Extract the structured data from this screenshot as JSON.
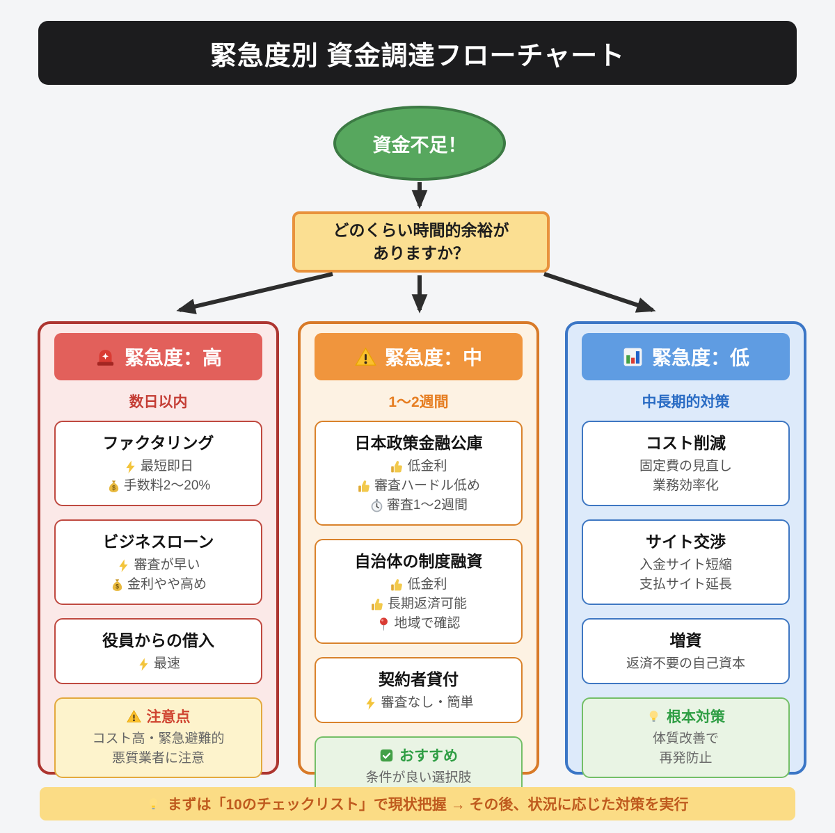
{
  "title": "緊急度別 資金調達フローチャート",
  "start_node": {
    "label": "資金不足！"
  },
  "question_node": {
    "line1": "どのくらい時間的余裕が",
    "line2": "ありますか？"
  },
  "columns": [
    {
      "level": "high",
      "header": {
        "icon": "siren",
        "label": "緊急度：高"
      },
      "subtitle": "数日以内",
      "cards": [
        {
          "title": "ファクタリング",
          "lines": [
            {
              "icon": "zap",
              "text": "最短即日"
            },
            {
              "icon": "money-bag",
              "text": "手数料2〜20%"
            }
          ]
        },
        {
          "title": "ビジネスローン",
          "lines": [
            {
              "icon": "zap",
              "text": "審査が早い"
            },
            {
              "icon": "money-bag",
              "text": "金利やや高め"
            }
          ]
        },
        {
          "title": "役員からの借入",
          "lines": [
            {
              "icon": "zap",
              "text": "最速"
            }
          ]
        }
      ],
      "note": {
        "icon": "warning",
        "title": "注意点",
        "lines": [
          "コスト高・緊急避難的",
          "悪質業者に注意"
        ]
      }
    },
    {
      "level": "medium",
      "header": {
        "icon": "warning",
        "label": "緊急度：中"
      },
      "subtitle": "1〜2週間",
      "cards": [
        {
          "title": "日本政策金融公庫",
          "lines": [
            {
              "icon": "thumbs-up",
              "text": "低金利"
            },
            {
              "icon": "thumbs-up",
              "text": "審査ハードル低め"
            },
            {
              "icon": "stopwatch",
              "text": "審査1〜2週間"
            }
          ]
        },
        {
          "title": "自治体の制度融資",
          "lines": [
            {
              "icon": "thumbs-up",
              "text": "低金利"
            },
            {
              "icon": "thumbs-up",
              "text": "長期返済可能"
            },
            {
              "icon": "pin",
              "text": "地域で確認"
            }
          ]
        },
        {
          "title": "契約者貸付",
          "lines": [
            {
              "icon": "zap",
              "text": "審査なし・簡単"
            }
          ]
        }
      ],
      "note": {
        "icon": "check",
        "title": "おすすめ",
        "lines": [
          "条件が良い選択肢"
        ]
      }
    },
    {
      "level": "low",
      "header": {
        "icon": "bar-chart",
        "label": "緊急度：低"
      },
      "subtitle": "中長期的対策",
      "cards": [
        {
          "title": "コスト削減",
          "lines": [
            {
              "text": "固定費の見直し"
            },
            {
              "text": "業務効率化"
            }
          ]
        },
        {
          "title": "サイト交渉",
          "lines": [
            {
              "text": "入金サイト短縮"
            },
            {
              "text": "支払サイト延長"
            }
          ]
        },
        {
          "title": "増資",
          "lines": [
            {
              "text": "返済不要の自己資本"
            }
          ]
        }
      ],
      "note": {
        "icon": "bulb",
        "title": "根本対策",
        "lines": [
          "体質改善で",
          "再発防止"
        ]
      }
    }
  ],
  "footer": {
    "icon": "bulb",
    "text": "まずは「10のチェックリスト」で現状把握 → その後、状況に応じた対策を実行"
  },
  "colors": {
    "high_accent": "#c43d35",
    "high_header_bg": "#e2605b",
    "high_panel_bg": "#fbe9e8",
    "medium_accent": "#e67e22",
    "medium_header_bg": "#f0953d",
    "medium_panel_bg": "#fdf2e3",
    "low_accent": "#2a6cc4",
    "low_header_bg": "#5f9ce2",
    "low_panel_bg": "#ddeafa",
    "start_bg": "#57a75e",
    "question_bg": "#fbdf92",
    "question_border": "#e8923c",
    "note_warning_bg": "#fdf3cc",
    "note_success_bg": "#e9f4e4",
    "footer_bg": "#fbdc85",
    "footer_text": "#bf5a1e",
    "title_bar_bg": "#1c1c1e"
  }
}
